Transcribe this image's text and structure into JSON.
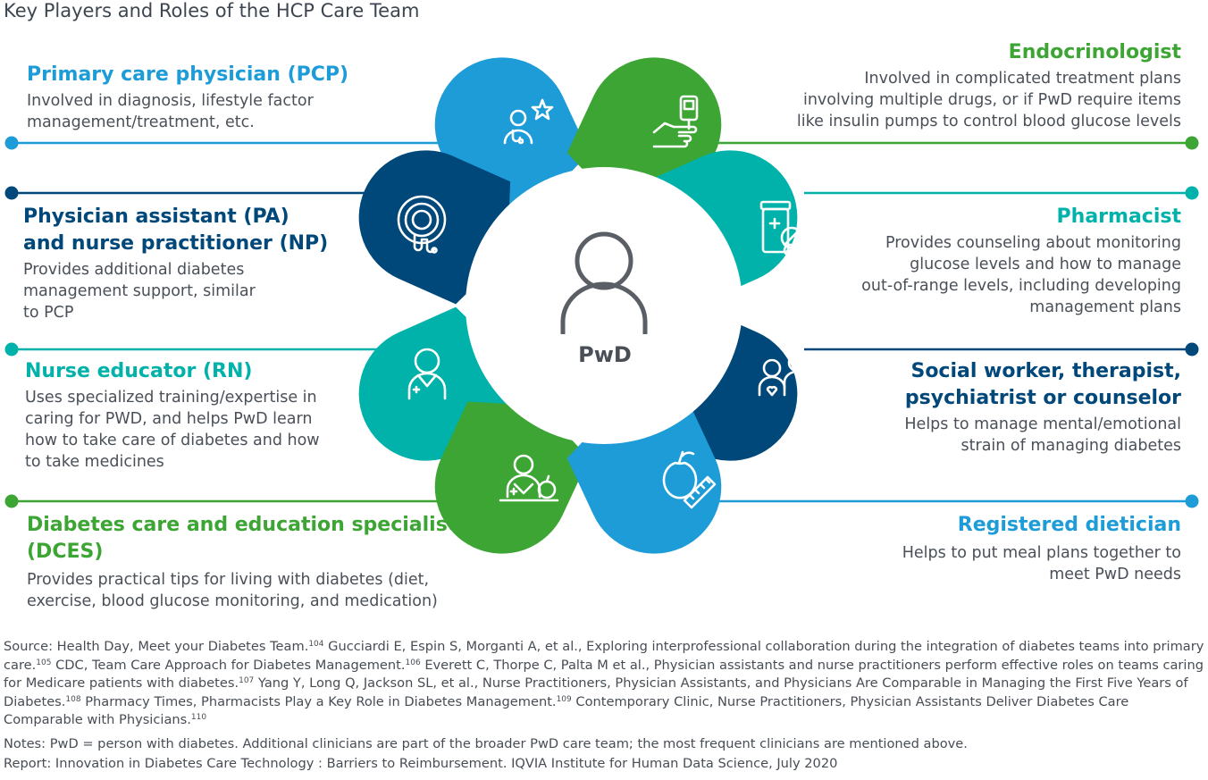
{
  "page_title": "Key Players and Roles of the HCP Care Team",
  "center_label": "PwD",
  "colors": {
    "light_blue": "#1d9cd8",
    "dark_blue": "#00477a",
    "teal": "#00b2a9",
    "green": "#3ca534",
    "gray_icon": "#5a5f66"
  },
  "roles": {
    "pcp": {
      "title": "Primary care physician (PCP)",
      "description": "Involved in diagnosis, lifestyle factor\nmanagement/treatment, etc.",
      "icon": "physician-star-icon",
      "color": "#1d9cd8"
    },
    "pa_np": {
      "title_line1": "Physician assistant (PA)",
      "title_line2": "and nurse practitioner (NP)",
      "description": "Provides additional diabetes\nmanagement support, similar\nto PCP",
      "icon": "target-stethoscope-icon",
      "color": "#00477a"
    },
    "rn": {
      "title": "Nurse educator (RN)",
      "description": "Uses specialized training/expertise in\ncaring for PWD, and helps PwD learn\nhow to take care of diabetes and how\nto take medicines",
      "icon": "nurse-icon",
      "color": "#00b2a9"
    },
    "dces": {
      "title_line1": "Diabetes care and education specialist",
      "title_line2": "(DCES)",
      "description": "Provides practical tips for living with diabetes (diet,\nexercise, blood glucose monitoring, and medication)",
      "icon": "specialist-apple-icon",
      "color": "#3ca534"
    },
    "endo": {
      "title": "Endocrinologist",
      "description": "Involved in complicated treatment plans\ninvolving multiple drugs, or if PwD require items\nlike insulin pumps to control blood glucose levels",
      "icon": "glucose-meter-hand-icon",
      "color": "#3ca534"
    },
    "pharm": {
      "title": "Pharmacist",
      "description": "Provides counseling about monitoring\nglucose levels and how to manage\nout-of-range levels, including developing\nmanagement plans",
      "icon": "pill-bottle-icon",
      "color": "#00b2a9"
    },
    "social": {
      "title_line1": "Social worker, therapist,",
      "title_line2": "psychiatrist or counselor",
      "description": "Helps to manage mental/emotional\nstrain of managing diabetes",
      "icon": "counselor-patient-icon",
      "color": "#00477a"
    },
    "dietician": {
      "title": "Registered dietician",
      "description": "Helps to put meal plans together to\nmeet PwD needs",
      "icon": "apple-measuring-tape-icon",
      "color": "#1d9cd8"
    }
  },
  "footer": {
    "source": [
      {
        "text": "Source: Health Day, Meet your Diabetes Team.",
        "sup": "104"
      },
      {
        "text": " Gucciardi E, Espin S, Morganti A, et al., Exploring interprofessional collaboration during the integration of diabetes teams into primary care.",
        "sup": "105"
      },
      {
        "text": " CDC, Team Care Approach for Diabetes Management.",
        "sup": "106"
      },
      {
        "text": " Everett C, Thorpe C, Palta M et al., Physician assistants and nurse practitioners perform effective roles on teams caring for Medicare patients with diabetes.",
        "sup": "107"
      },
      {
        "text": " Yang Y, Long Q, Jackson SL, et al., Nurse Practitioners, Physician Assistants, and Physicians Are Comparable in Managing the First Five Years of Diabetes.",
        "sup": "108"
      },
      {
        "text": " Pharmacy Times, Pharmacists Play a Key Role in Diabetes Management.",
        "sup": "109"
      },
      {
        "text": " Contemporary Clinic, Nurse Practitioners, Physician Assistants Deliver Diabetes Care Comparable with Physicians.",
        "sup": "110"
      }
    ],
    "notes": "Notes: PwD = person with diabetes. Additional clinicians are part of the broader PwD care team; the most frequent clinicians are mentioned above.",
    "report": "Report: Innovation in Diabetes Care Technology : Barriers to Reimbursement. IQVIA Institute for Human Data Science, July 2020"
  }
}
